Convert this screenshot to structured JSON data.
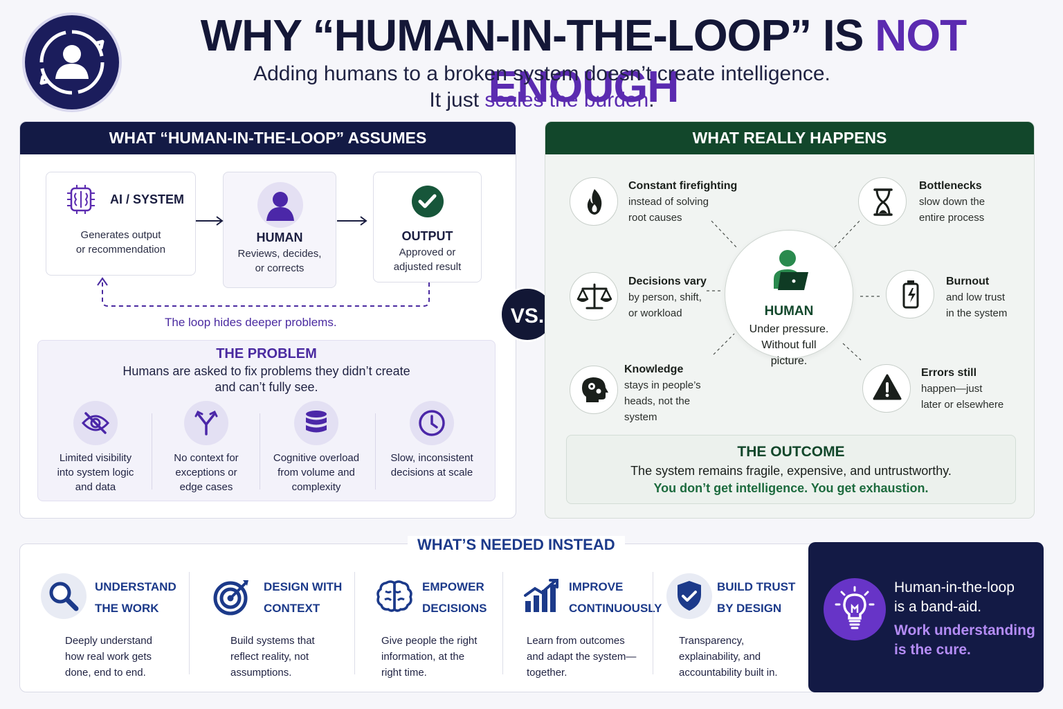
{
  "header": {
    "title_main": "WHY “HUMAN-IN-THE-LOOP” IS ",
    "title_accent": "NOT ENOUGH",
    "subtitle_line1": "Adding humans to a broken system doesn’t create intelligence.",
    "subtitle_line2_main": "It just ",
    "subtitle_line2_accent": "scales the burden",
    "subtitle_line2_end": "."
  },
  "left_panel": {
    "title": "WHAT “HUMAN-IN-THE-LOOP” ASSUMES",
    "flow": [
      {
        "title": "AI / SYSTEM",
        "desc_line1": "Generates output",
        "desc_line2": "or recommendation"
      },
      {
        "title": "HUMAN",
        "desc_line1": "Reviews, decides,",
        "desc_line2": "or corrects"
      },
      {
        "title": "OUTPUT",
        "desc_line1": "Approved or",
        "desc_line2": "adjusted result"
      }
    ],
    "loop_caption": "The loop hides deeper problems.",
    "problem": {
      "title": "THE PROBLEM",
      "desc_line1": "Humans are asked to fix problems they didn’t create",
      "desc_line2": "and can’t fully see.",
      "items": [
        {
          "line1": "Limited visibility",
          "line2": "into system logic",
          "line3": "and data",
          "icon": "eye-slash-icon"
        },
        {
          "line1": "No context for",
          "line2": "exceptions or",
          "line3": "edge cases",
          "icon": "branch-icon"
        },
        {
          "line1": "Cognitive overload",
          "line2": "from volume and",
          "line3": "complexity",
          "icon": "database-icon"
        },
        {
          "line1": "Slow, inconsistent",
          "line2": "decisions at scale",
          "line3": "",
          "icon": "clock-icon"
        }
      ]
    }
  },
  "vs_label": "VS.",
  "right_panel": {
    "title": "WHAT REALLY HAPPENS",
    "center": {
      "title": "HUMAN",
      "line1": "Under pressure.",
      "line2": "Without full",
      "line3": "picture."
    },
    "items": [
      {
        "title": "Constant firefighting",
        "line1": "instead of solving",
        "line2": "root causes",
        "line3": "",
        "icon": "fire-icon"
      },
      {
        "title": "Bottlenecks",
        "line1": "slow down the",
        "line2": "entire process",
        "line3": "",
        "icon": "hourglass-icon"
      },
      {
        "title": "Decisions vary",
        "line1": "by person, shift,",
        "line2": "or workload",
        "line3": "",
        "icon": "scales-icon"
      },
      {
        "title": "Burnout",
        "line1": "and low trust",
        "line2": "in the system",
        "line3": "",
        "icon": "battery-icon"
      },
      {
        "title": "Knowledge",
        "line1": "stays in people’s",
        "line2": "heads, not the",
        "line3": "system",
        "icon": "head-gears-icon"
      },
      {
        "title": "Errors still",
        "line1": "happen—just",
        "line2": "later or elsewhere",
        "line3": "",
        "icon": "warning-icon"
      }
    ],
    "outcome": {
      "title": "THE OUTCOME",
      "line1": "The system remains fragile, expensive, and untrustworthy.",
      "line2": "You don’t get intelligence. You get exhaustion."
    }
  },
  "needed": {
    "title": "WHAT’S NEEDED INSTEAD",
    "items": [
      {
        "title1": "UNDERSTAND",
        "title2": "THE WORK",
        "line1": "Deeply understand",
        "line2": "how real work gets",
        "line3": "done, end to end.",
        "icon": "magnifier-icon"
      },
      {
        "title1": "DESIGN WITH",
        "title2": "CONTEXT",
        "line1": "Build systems that",
        "line2": "reflect reality, not",
        "line3": "assumptions.",
        "icon": "target-icon"
      },
      {
        "title1": "EMPOWER",
        "title2": "DECISIONS",
        "line1": "Give people the right",
        "line2": "information, at the",
        "line3": "right time.",
        "icon": "brain-icon"
      },
      {
        "title1": "IMPROVE",
        "title2": "CONTINUOUSLY",
        "line1": "Learn from outcomes",
        "line2": "and adapt the system—",
        "line3": "together.",
        "icon": "growth-chart-icon"
      },
      {
        "title1": "BUILD TRUST",
        "title2": "BY DESIGN",
        "line1": "Transparency,",
        "line2": "explainability, and",
        "line3": "accountability built in.",
        "icon": "shield-check-icon"
      }
    ]
  },
  "cure": {
    "line1": "Human-in-the-loop",
    "line2": "is a band-aid.",
    "line3": "Work understanding",
    "line4": "is the cure."
  },
  "colors": {
    "navy": "#131a45",
    "purple": "#5b2bb0",
    "green": "#12472b",
    "blue": "#1c3a8a",
    "light_purple": "#b48cf5"
  }
}
